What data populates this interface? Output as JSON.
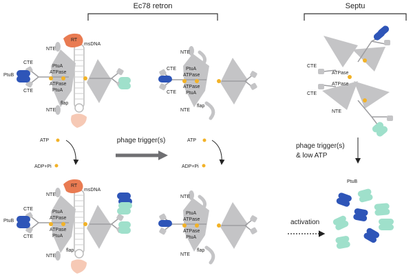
{
  "headers": {
    "retron": "Ec78 retron",
    "septu": "Septu"
  },
  "labels": {
    "nte": "NTE",
    "cte": "CTE",
    "ptub": "PtuB",
    "ptua": "PtuA",
    "atpase": "ATPase",
    "flap": "flap",
    "rt": "RT",
    "msdna": "msDNA",
    "atp": "ATP",
    "adp": "ADP+Pi"
  },
  "transitions": {
    "phage_trigger": "phage trigger(s)",
    "phage_trigger_line1": "phage trigger(s)",
    "phage_trigger_line2": "& low ATP",
    "activation": "activation"
  },
  "colors": {
    "grey_body": "#c4c4c6",
    "grey_dark": "#9d9da0",
    "atp_dot": "#f2b227",
    "rt_orange": "#e97b52",
    "rt_pale": "#f6c9b5",
    "ptub_blue": "#2e55b8",
    "ptub_mint": "#9fe0cb",
    "arrow_grey": "#6f6f72"
  }
}
